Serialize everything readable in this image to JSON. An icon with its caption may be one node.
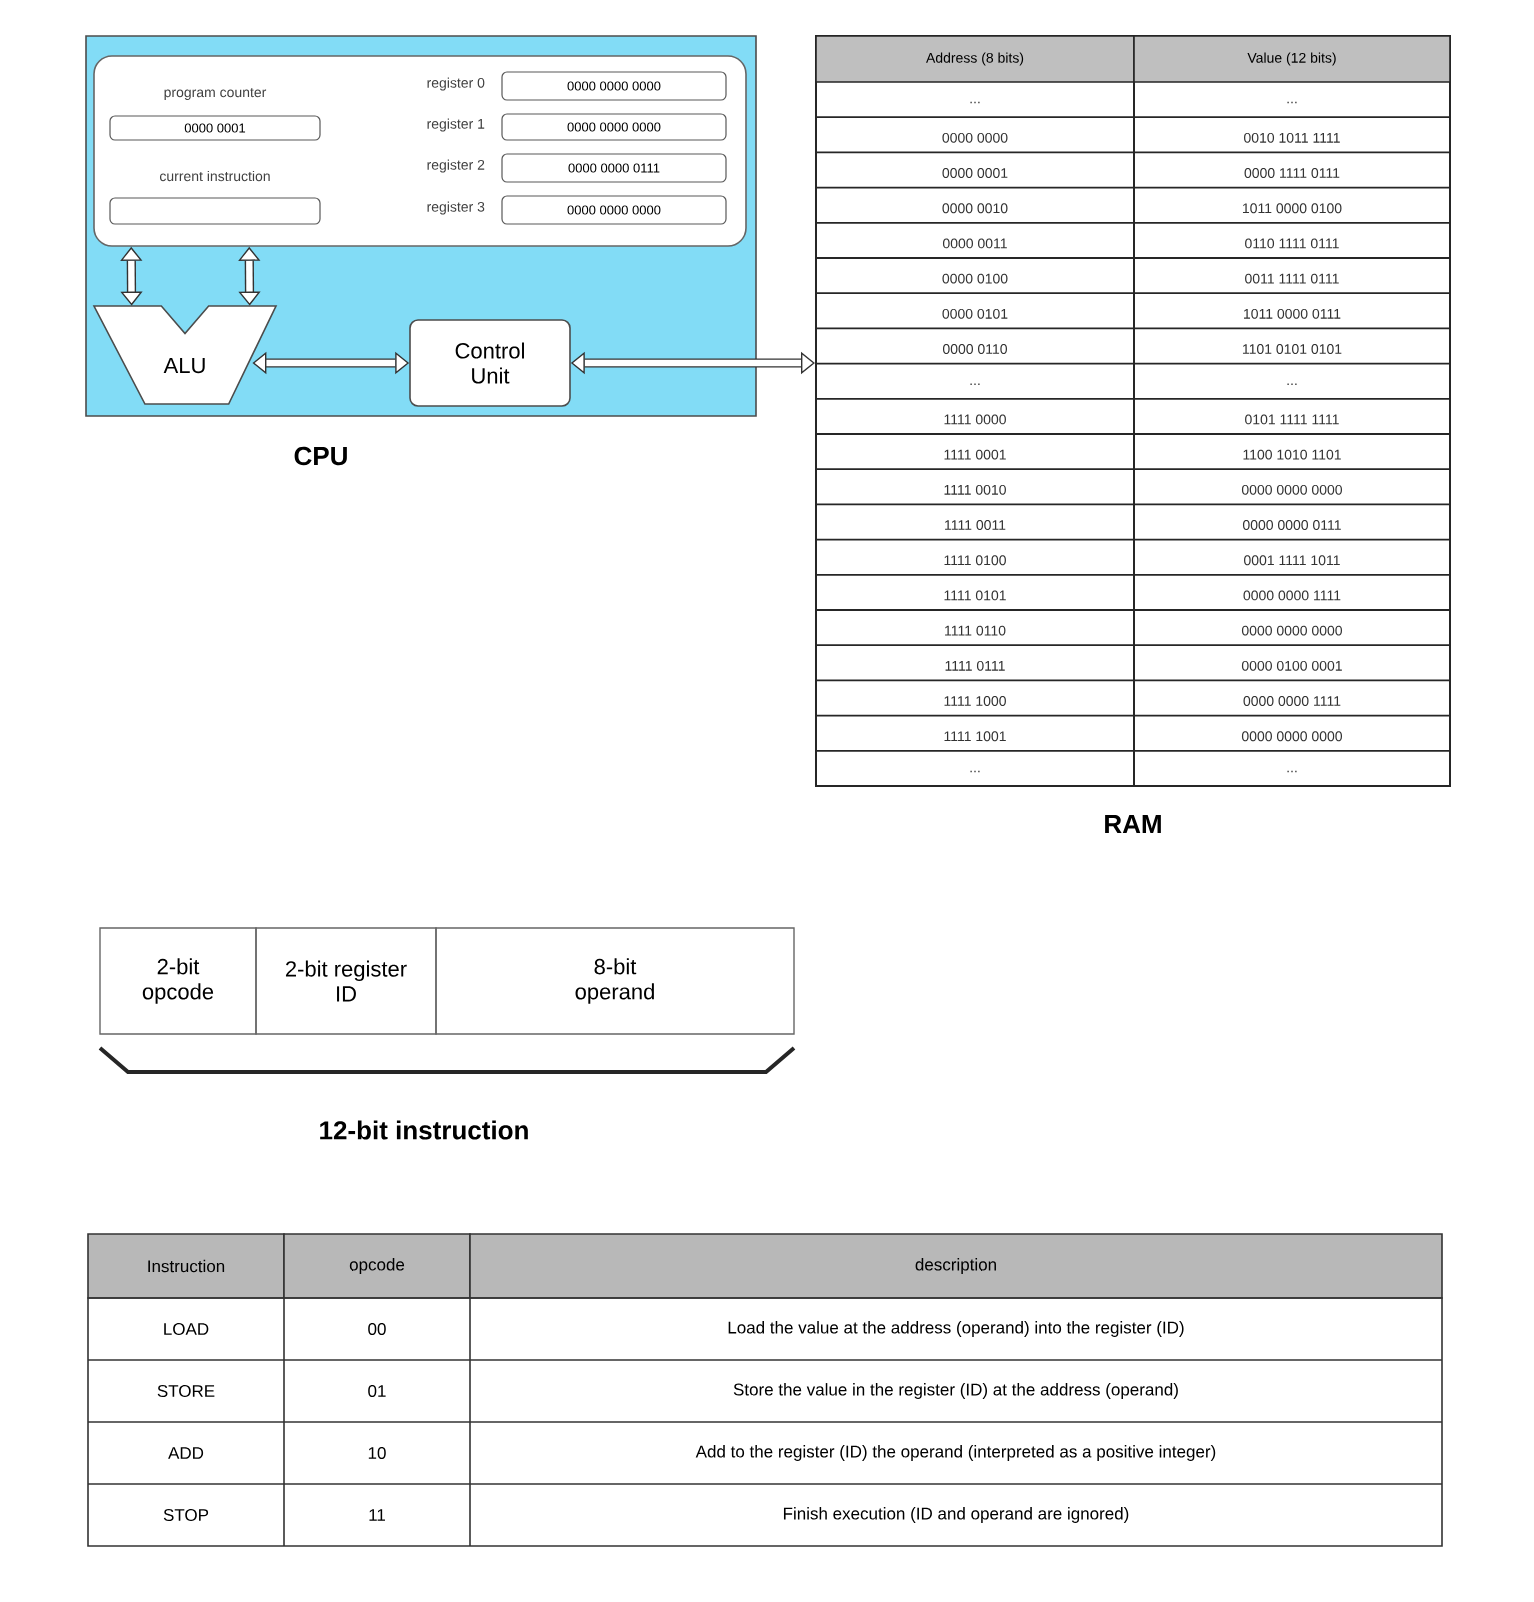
{
  "diagram": {
    "nodes": [
      {
        "text": [
          "CPU"
        ]
      },
      {
        "text": [],
        "shape": "box",
        "in": 0
      },
      {
        "text": [
          "program counter",
          "0000 0001"
        ],
        "in": 1
      },
      {
        "text": [
          "current instruction"
        ],
        "in": 1
      },
      {
        "text": [
          "register 0",
          "0000 0000 0000"
        ],
        "in": 1
      },
      {
        "text": [
          "register 1",
          "0000 0000 0000"
        ],
        "in": 1
      },
      {
        "text": [
          "register 2",
          "0000 0000 0111"
        ],
        "in": 1
      },
      {
        "text": [
          "register 3",
          "0000 0000 0000"
        ],
        "in": 1
      },
      {
        "text": [
          "ALU"
        ],
        "in": 0
      },
      {
        "text": [
          "Control Unit"
        ],
        "in": 0
      },
      {
        "text": [
          "RAM"
        ]
      },
      {
        "text": [
          "2-bit opcode"
        ]
      },
      {
        "text": [
          "2-bit register ID"
        ]
      },
      {
        "text": [
          "8-bit operand"
        ]
      }
    ],
    "edges": [
      {
        "from": 1,
        "to": 8,
        "arrow": "both"
      },
      {
        "from": 1,
        "to": 8,
        "arrow": "both"
      },
      {
        "from": 8,
        "to": 9,
        "arrow": "both"
      },
      {
        "from": 9,
        "to": 10,
        "arrow": "both"
      }
    ],
    "labels": [
      "Address (8 bits)",
      "Value (12 bits)",
      "...",
      "...",
      "0000 0000",
      "0010 1011 1111",
      "0000 0001",
      "0000 1111 0111",
      "0000 0010",
      "1011 0000 0100",
      "0000 0011",
      "0110 1111 0111",
      "0000 0100",
      "0011 1111 0111",
      "0000 0101",
      "1011 0000 0111",
      "0000 0110",
      "1101 0101 0101",
      "...",
      "...",
      "1111 0000",
      "0101 1111 1111",
      "1111 0001",
      "1100 1010 1101",
      "1111 0010",
      "0000 0000 0000",
      "1111 0011",
      "0000 0000 0111",
      "1111 0100",
      "0001 1111 1011",
      "1111 0101",
      "0000 0000 1111",
      "1111 0110",
      "0000 0000 0000",
      "1111 0111",
      "0000 0100 0001",
      "1111 1000",
      "0000 0000 1111",
      "1111 1001",
      "0000 0000 0000",
      "...",
      "...",
      "12-bit instruction",
      "Instruction",
      "opcode",
      "description",
      "LOAD",
      "00",
      "Load the value at the address (operand) into the register (ID)",
      "STORE",
      "01",
      "Store the value in the register (ID) at the address (operand)",
      "ADD",
      "10",
      "Add to the register (ID) the operand (interpreted as a positive integer)",
      "STOP",
      "11",
      "Finish execution (ID and operand are ignored)"
    ]
  }
}
